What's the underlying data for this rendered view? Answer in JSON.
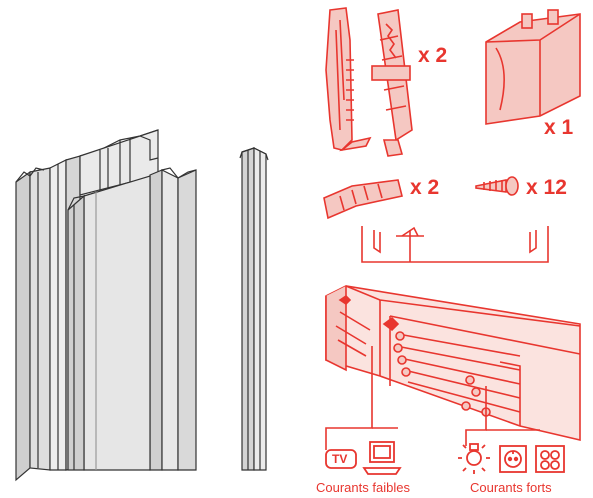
{
  "parts": {
    "clips_qty": "x 2",
    "end_cap_qty": "x 1",
    "plugs_qty": "x 2",
    "screws_qty": "x 12"
  },
  "legend": {
    "tv_label": "TV",
    "weak_currents": "Courants faibles",
    "strong_currents": "Courants forts"
  },
  "colors": {
    "accent": "#e8362f",
    "accent_fill": "#f5c8c2",
    "profile_stroke": "#333333",
    "profile_fill": "#e2e2e2"
  },
  "icons": [
    "tv-icon",
    "computer-icon",
    "light-bulb-icon",
    "socket-icon",
    "double-socket-icon"
  ]
}
